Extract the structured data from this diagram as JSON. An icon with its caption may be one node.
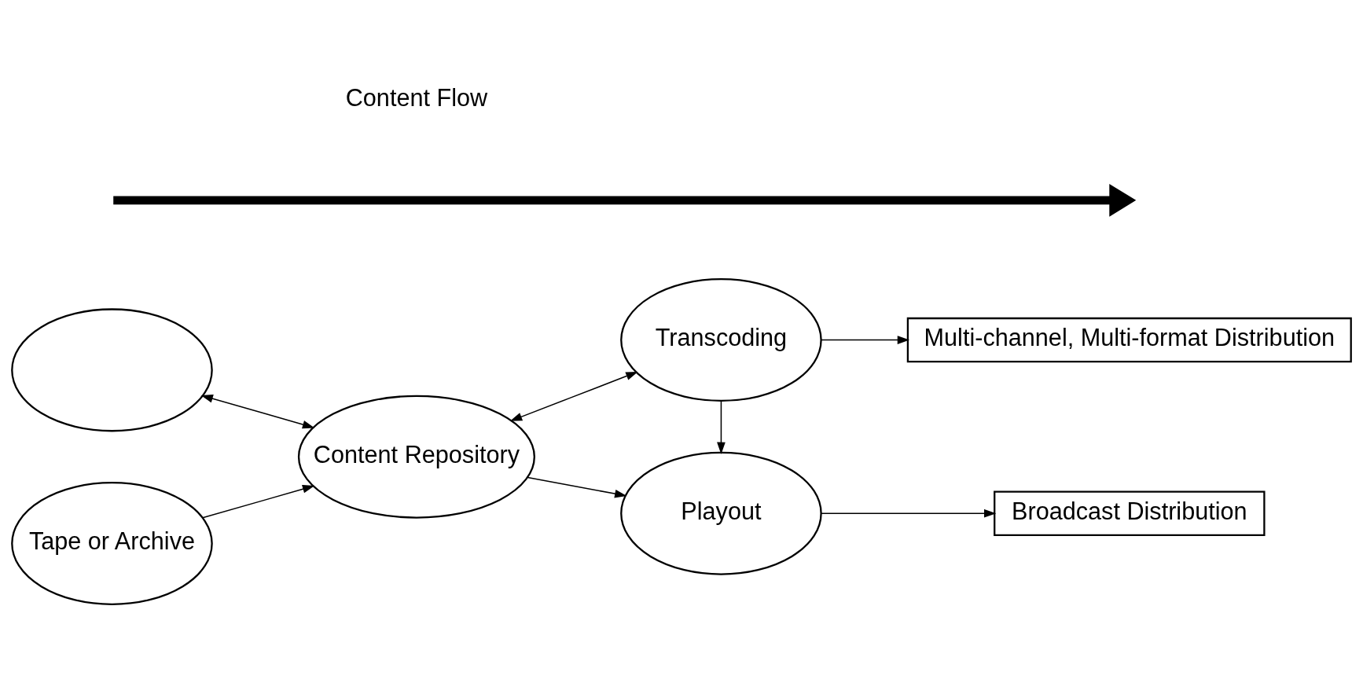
{
  "diagram": {
    "nodes": [
      {
        "text": [],
        "shape": "ellipse"
      },
      {
        "text": [
          "Tape or Archive"
        ]
      },
      {
        "text": [
          "Content Repository"
        ]
      },
      {
        "text": [
          "Transcoding"
        ]
      },
      {
        "text": [
          "Multi-channel, Multi-format Distribution"
        ]
      },
      {
        "text": [
          "Playout"
        ]
      },
      {
        "text": [
          "Broadcast Distribution"
        ]
      }
    ],
    "edges": [
      {
        "from": 0,
        "to": 2,
        "arrow": "both"
      },
      {
        "from": 1,
        "to": 2,
        "arrow": "to"
      },
      {
        "from": 2,
        "to": 3,
        "arrow": "both"
      },
      {
        "from": 2,
        "to": 5,
        "arrow": "to"
      },
      {
        "from": 3,
        "to": 5,
        "arrow": "to"
      },
      {
        "from": 3,
        "to": 4,
        "arrow": "to"
      },
      {
        "from": 5,
        "to": 6,
        "arrow": "to"
      }
    ],
    "labels": [
      "Content Flow"
    ]
  }
}
